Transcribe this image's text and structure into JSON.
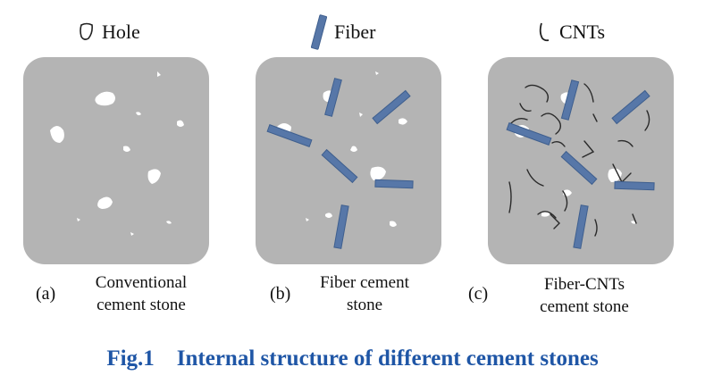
{
  "legend": {
    "hole": "Hole",
    "fiber": "Fiber",
    "cnts": "CNTs"
  },
  "panels": [
    {
      "tag": "(a)",
      "line1": "Conventional",
      "line2": "cement stone"
    },
    {
      "tag": "(b)",
      "line1": "Fiber cement",
      "line2": "stone"
    },
    {
      "tag": "(c)",
      "line1": "Fiber-CNTs",
      "line2": "cement stone"
    }
  ],
  "caption": {
    "number": "Fig.1",
    "title": "Internal structure of different cement stones"
  },
  "colors": {
    "matrix": "#b4b4b4",
    "fiber": "#5777a8",
    "fiber_edge": "#3f5f8e",
    "hole": "#ffffff",
    "cnt": "#2a2a2a",
    "caption": "#1f56a6"
  }
}
